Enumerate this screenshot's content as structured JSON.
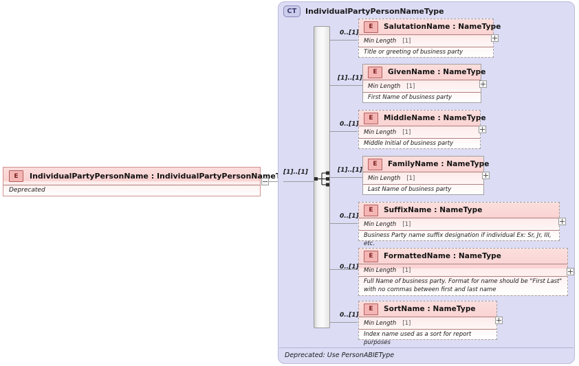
{
  "diagram": {
    "type": "xsd-schema-diagram",
    "root_element": {
      "badge": "E",
      "name": "IndividualPartyPersonName : IndividualPartyPersonNameType",
      "documentation": "Deprecated",
      "expander": "minus-icon"
    },
    "complex_type": {
      "badge": "CT",
      "title": "IndividualPartyPersonNameType",
      "compositor": "sequence",
      "root_cardinality": "[1]..[1]",
      "footer": "Deprecated: Use PersonABIEType"
    },
    "elements": [
      {
        "badge": "E",
        "name": "SalutationName : NameType",
        "cardinality": "0..[1]",
        "occurrence": "optional",
        "facet_label": "Min Length",
        "facet_value": "[1]",
        "documentation": "Title or greeting of business party",
        "expander": "plus-icon"
      },
      {
        "badge": "E",
        "name": "GivenName : NameType",
        "cardinality": "[1]..[1]",
        "occurrence": "required",
        "facet_label": "Min Length",
        "facet_value": "[1]",
        "documentation": "First Name of business party",
        "expander": "plus-icon"
      },
      {
        "badge": "E",
        "name": "MiddleName : NameType",
        "cardinality": "0..[1]",
        "occurrence": "optional",
        "facet_label": "Min Length",
        "facet_value": "[1]",
        "documentation": "Middle Initial of business party",
        "expander": "plus-icon"
      },
      {
        "badge": "E",
        "name": "FamilyName : NameType",
        "cardinality": "[1]..[1]",
        "occurrence": "required",
        "facet_label": "Min Length",
        "facet_value": "[1]",
        "documentation": "Last Name of business party",
        "expander": "plus-icon"
      },
      {
        "badge": "E",
        "name": "SuffixName : NameType",
        "cardinality": "0..[1]",
        "occurrence": "optional",
        "facet_label": "Min Length",
        "facet_value": "[1]",
        "documentation": "Business Party name suffix designation if individual Ex: Sr, Jr, III, etc.",
        "expander": "plus-icon"
      },
      {
        "badge": "E",
        "name": "FormattedName : NameType",
        "cardinality": "0..[1]",
        "occurrence": "optional",
        "facet_label": "Min Length",
        "facet_value": "[1]",
        "documentation": "Full Name of business party. Format for name should be \"First Last\" with no commas between first and last name",
        "expander": "plus-icon"
      },
      {
        "badge": "E",
        "name": "SortName : NameType",
        "cardinality": "0..[1]",
        "occurrence": "optional",
        "facet_label": "Min Length",
        "facet_value": "[1]",
        "documentation": "Index name used as a sort for report purposes",
        "expander": "plus-icon"
      }
    ],
    "colors": {
      "container_fill": "#dcdcf5",
      "element_fill": "#fad3d2",
      "element_border": "#cf8f8f",
      "badge_fill": "#f4b6b4",
      "connector": "#9a9a9a"
    }
  }
}
